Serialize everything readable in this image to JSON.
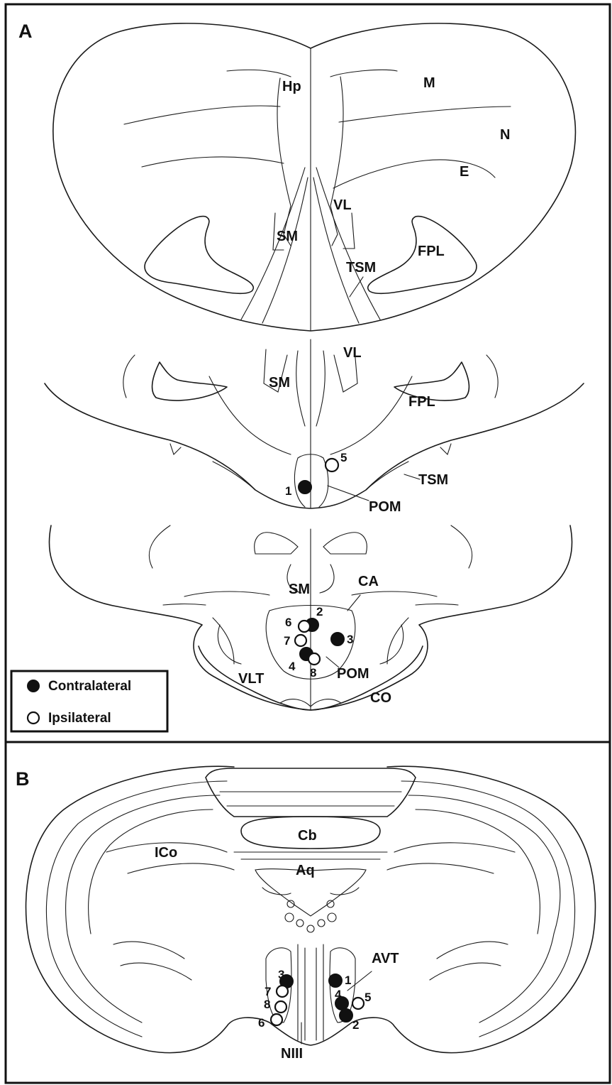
{
  "panels": {
    "a": "A",
    "b": "B"
  },
  "regions_a": {
    "hp": "Hp",
    "m": "M",
    "n": "N",
    "e": "E",
    "vl1": "VL",
    "sm1": "SM",
    "fpl1": "FPL",
    "tsm1": "TSM",
    "vl2": "VL",
    "sm2": "SM",
    "fpl2": "FPL",
    "tsm2": "TSM",
    "pom1": "POM",
    "sm3": "SM",
    "ca": "CA",
    "pom2": "POM",
    "vlt": "VLT",
    "co": "CO"
  },
  "regions_b": {
    "ico": "ICo",
    "cb": "Cb",
    "aq": "Aq",
    "avt": "AVT",
    "niii": "NIII"
  },
  "sites_a": {
    "s1": "1",
    "s5": "5",
    "s2": "2",
    "s6": "6",
    "s7": "7",
    "s3": "3",
    "s4": "4",
    "s8": "8"
  },
  "sites_b": {
    "s3": "3",
    "s7": "7",
    "s8": "8",
    "s6": "6",
    "s1": "1",
    "s4": "4",
    "s5": "5",
    "s2": "2"
  },
  "legend": {
    "contralateral": "Contralateral",
    "ipsilateral": "Ipsilateral"
  }
}
